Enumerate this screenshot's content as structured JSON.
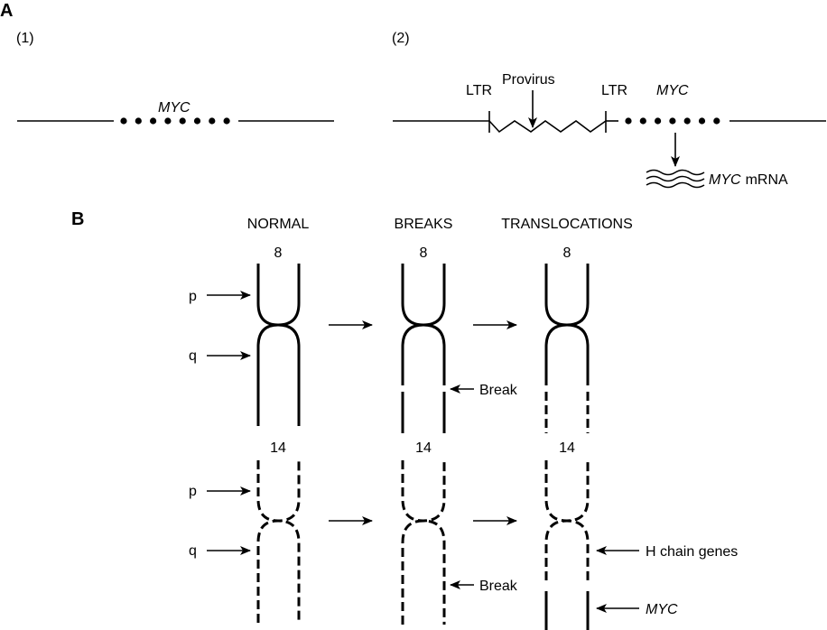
{
  "colors": {
    "ink": "#000000",
    "background": "#ffffff"
  },
  "panel_a": {
    "label": "A",
    "part1": {
      "label": "(1)",
      "gene_label": "MYC",
      "gene_dot_count": 8
    },
    "part2": {
      "label": "(2)",
      "ltr_left": "LTR",
      "ltr_right": "LTR",
      "provirus_label": "Provirus",
      "gene_label": "MYC",
      "gene_dot_count": 7,
      "mrna_gene": "MYC",
      "mrna_suffix": "mRNA"
    }
  },
  "panel_b": {
    "label": "B",
    "columns": [
      "NORMAL",
      "BREAKS",
      "TRANSLOCATIONS"
    ],
    "chromosome_top": "8",
    "chromosome_bottom": "14",
    "arm_p": "p",
    "arm_q": "q",
    "break_label": "Break",
    "h_chain_label": "H chain genes",
    "myc_label": "MYC"
  }
}
